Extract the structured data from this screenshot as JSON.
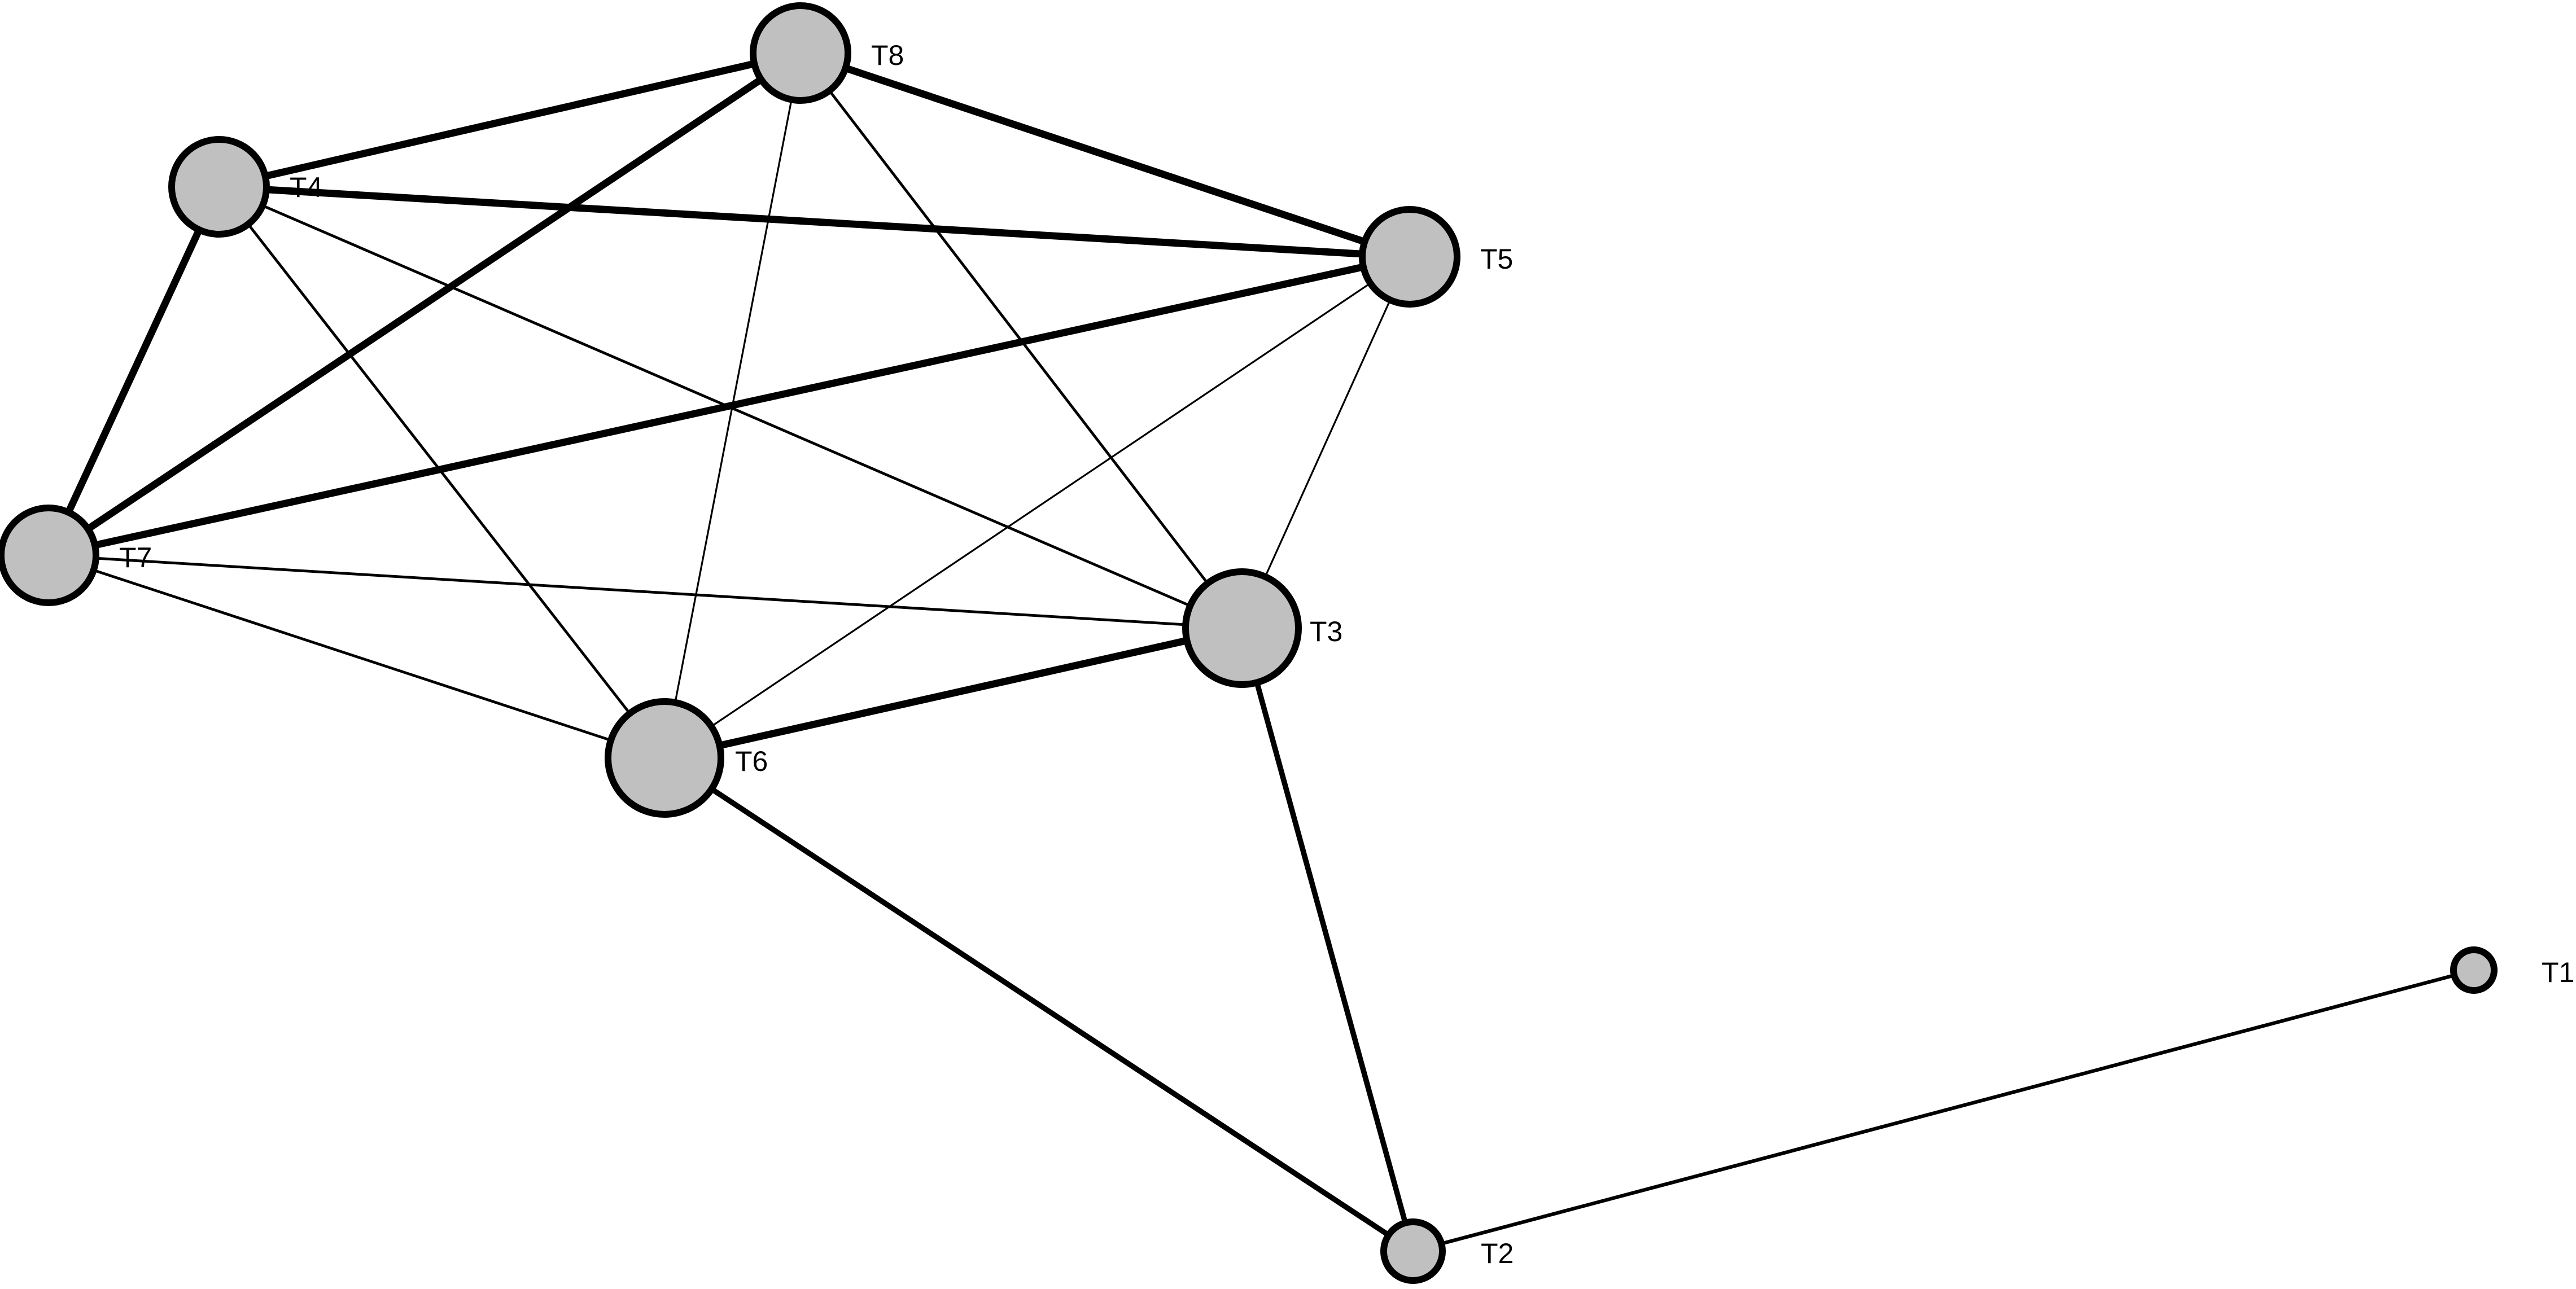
{
  "colors": {
    "background": "#ffffff",
    "node_fill": "#c0c0c0",
    "node_stroke": "#000000",
    "edge": "#000000",
    "label": "#000000"
  },
  "nodes": [
    {
      "id": "T1",
      "label": "T1",
      "size": 1
    },
    {
      "id": "T2",
      "label": "T2",
      "size": 2
    },
    {
      "id": "T3",
      "label": "T3",
      "size": 5
    },
    {
      "id": "T4",
      "label": "T4",
      "size": 4
    },
    {
      "id": "T5",
      "label": "T5",
      "size": 4
    },
    {
      "id": "T6",
      "label": "T6",
      "size": 5
    },
    {
      "id": "T7",
      "label": "T7",
      "size": 4
    },
    {
      "id": "T8",
      "label": "T8",
      "size": 4
    }
  ],
  "edges": [
    {
      "source": "T8",
      "target": "T4",
      "weight": 4
    },
    {
      "source": "T8",
      "target": "T5",
      "weight": 4
    },
    {
      "source": "T8",
      "target": "T7",
      "weight": 4
    },
    {
      "source": "T4",
      "target": "T5",
      "weight": 4
    },
    {
      "source": "T4",
      "target": "T7",
      "weight": 4
    },
    {
      "source": "T7",
      "target": "T5",
      "weight": 4
    },
    {
      "source": "T6",
      "target": "T3",
      "weight": 4
    },
    {
      "source": "T6",
      "target": "T2",
      "weight": 3
    },
    {
      "source": "T3",
      "target": "T2",
      "weight": 3
    },
    {
      "source": "T2",
      "target": "T1",
      "weight": 2
    },
    {
      "source": "T8",
      "target": "T3",
      "weight": 1.5
    },
    {
      "source": "T8",
      "target": "T6",
      "weight": 1
    },
    {
      "source": "T4",
      "target": "T3",
      "weight": 1.5
    },
    {
      "source": "T4",
      "target": "T6",
      "weight": 1.5
    },
    {
      "source": "T7",
      "target": "T3",
      "weight": 1.5
    },
    {
      "source": "T7",
      "target": "T6",
      "weight": 1.5
    },
    {
      "source": "T5",
      "target": "T3",
      "weight": 1
    },
    {
      "source": "T5",
      "target": "T6",
      "weight": 1
    }
  ]
}
